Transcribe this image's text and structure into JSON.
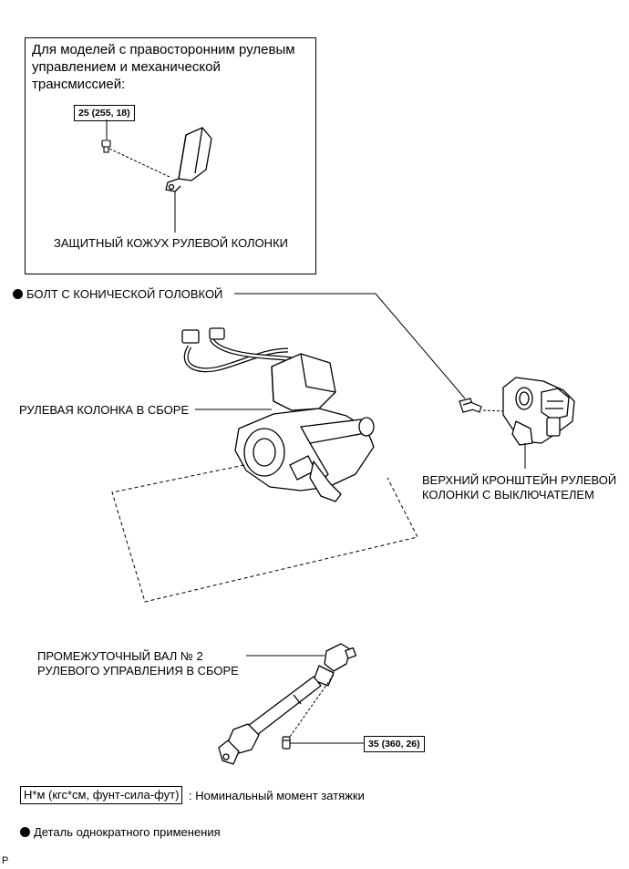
{
  "inset": {
    "title": "Для моделей с правосторонним рулевым управлением и механической трансмиссией:",
    "torque": "25 (255, 18)",
    "part_label": "ЗАЩИТНЫЙ КОЖУХ РУЛЕВОЙ КОЛОНКИ"
  },
  "labels": {
    "tapered_bolt": "БОЛТ С КОНИЧЕСКОЙ ГОЛОВКОЙ",
    "column_assembly": "РУЛЕВАЯ КОЛОНКА В СБОРЕ",
    "upper_bracket_line1": "ВЕРХНИЙ КРОНШТЕЙН РУЛЕВОЙ",
    "upper_bracket_line2": "КОЛОНКИ С ВЫКЛЮЧАТЕЛЕМ",
    "shaft_line1": "ПРОМЕЖУТОЧНЫЙ ВАЛ № 2",
    "shaft_line2": "РУЛЕВОГО УПРАВЛЕНИЯ В СБОРЕ",
    "shaft_torque": "35 (360, 26)"
  },
  "legend": {
    "torque_unit": "Н*м (кгс*см, фунт-сила-фут)",
    "torque_desc": ": Номинальный момент затяжки",
    "single_use": "Деталь однократного применения"
  },
  "footer": {
    "code": "P"
  }
}
